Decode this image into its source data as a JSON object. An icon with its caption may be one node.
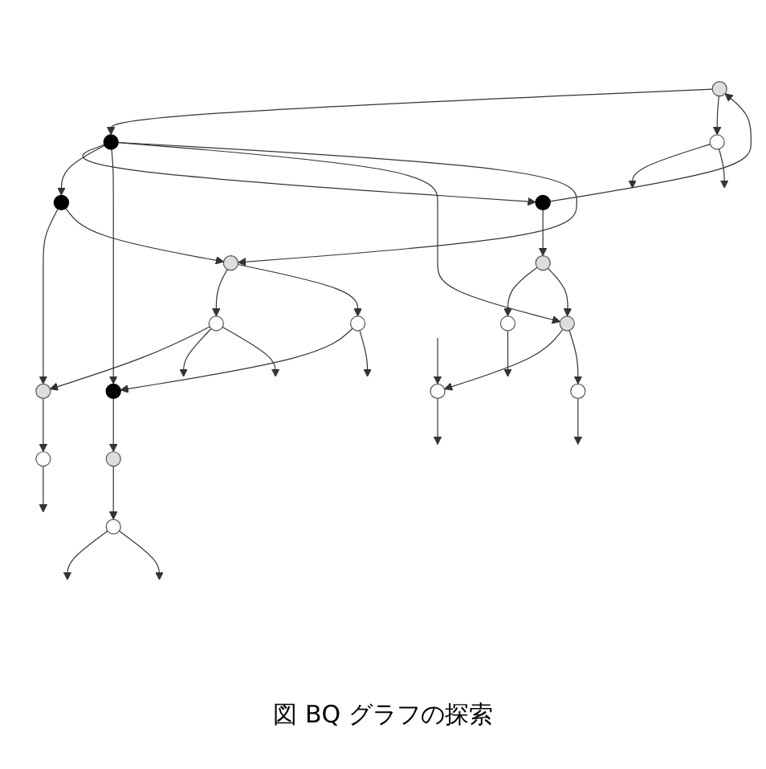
{
  "diagram": {
    "caption": "図 BQ グラフの探索",
    "nodes": [
      {
        "text": [],
        "shape": "circle"
      },
      {
        "text": [],
        "shape": "circle"
      },
      {
        "text": [],
        "shape": "circle"
      },
      {
        "text": [],
        "shape": "circle"
      },
      {
        "text": [],
        "shape": "circle"
      },
      {
        "text": [],
        "shape": "circle"
      },
      {
        "text": [],
        "shape": "circle"
      },
      {
        "text": [],
        "shape": "circle"
      },
      {
        "text": [],
        "shape": "circle"
      },
      {
        "text": [],
        "shape": "circle"
      },
      {
        "text": [],
        "shape": "circle"
      },
      {
        "text": [],
        "shape": "circle"
      },
      {
        "text": [],
        "shape": "circle"
      },
      {
        "text": [],
        "shape": "circle"
      },
      {
        "text": [],
        "shape": "circle"
      },
      {
        "text": [],
        "shape": "circle"
      },
      {
        "text": [],
        "shape": "circle"
      },
      {
        "text": [],
        "shape": "circle"
      }
    ],
    "edges": [
      {
        "from": 8,
        "to": 5,
        "arrow": "to"
      },
      {
        "from": 8,
        "to": 7,
        "arrow": "to"
      },
      {
        "from": 8,
        "to": 12,
        "arrow": "to"
      },
      {
        "from": 8,
        "to": 6,
        "arrow": "to"
      },
      {
        "from": 8,
        "to": 14,
        "arrow": "to"
      },
      {
        "from": 5,
        "to": 2,
        "arrow": "to"
      },
      {
        "from": 5,
        "to": 3,
        "arrow": "to"
      },
      {
        "from": 7,
        "to": 9,
        "arrow": "to"
      },
      {
        "from": 7,
        "to": 14,
        "arrow": "to"
      },
      {
        "from": 12,
        "to": 13,
        "arrow": "to"
      },
      {
        "from": 3,
        "to": 8,
        "arrow": "to"
      },
      {
        "from": 3,
        "to": 1,
        "arrow": "to"
      },
      {
        "from": 2,
        "to": 0,
        "arrow": "to"
      },
      {
        "from": 2,
        "to": 6,
        "arrow": "to"
      },
      {
        "from": 6,
        "to": 4,
        "arrow": "to"
      },
      {
        "from": 6,
        "to": 10,
        "arrow": "to"
      },
      {
        "from": 9,
        "to": 11,
        "arrow": "to"
      },
      {
        "from": 13,
        "to": 16,
        "arrow": "to"
      },
      {
        "from": 14,
        "to": 15,
        "arrow": "to"
      },
      {
        "from": 14,
        "to": 17,
        "arrow": "to"
      },
      {
        "from": 17,
        "to": 12,
        "arrow": "to"
      },
      {
        "from": 15,
        "to": 9,
        "arrow": "to"
      },
      {
        "from": 0,
        "to": null,
        "arrow": "to"
      },
      {
        "from": 1,
        "to": null,
        "arrow": "to"
      },
      {
        "from": 1,
        "to": null,
        "arrow": "to"
      },
      {
        "from": null,
        "to": 4,
        "arrow": "to"
      },
      {
        "from": 4,
        "to": null,
        "arrow": "to"
      },
      {
        "from": 10,
        "to": null,
        "arrow": "to"
      },
      {
        "from": 11,
        "to": null,
        "arrow": "to"
      },
      {
        "from": 15,
        "to": null,
        "arrow": "to"
      },
      {
        "from": 15,
        "to": null,
        "arrow": "to"
      },
      {
        "from": 16,
        "to": null,
        "arrow": "to"
      },
      {
        "from": 16,
        "to": null,
        "arrow": "to"
      },
      {
        "from": 17,
        "to": null,
        "arrow": "to"
      }
    ]
  }
}
